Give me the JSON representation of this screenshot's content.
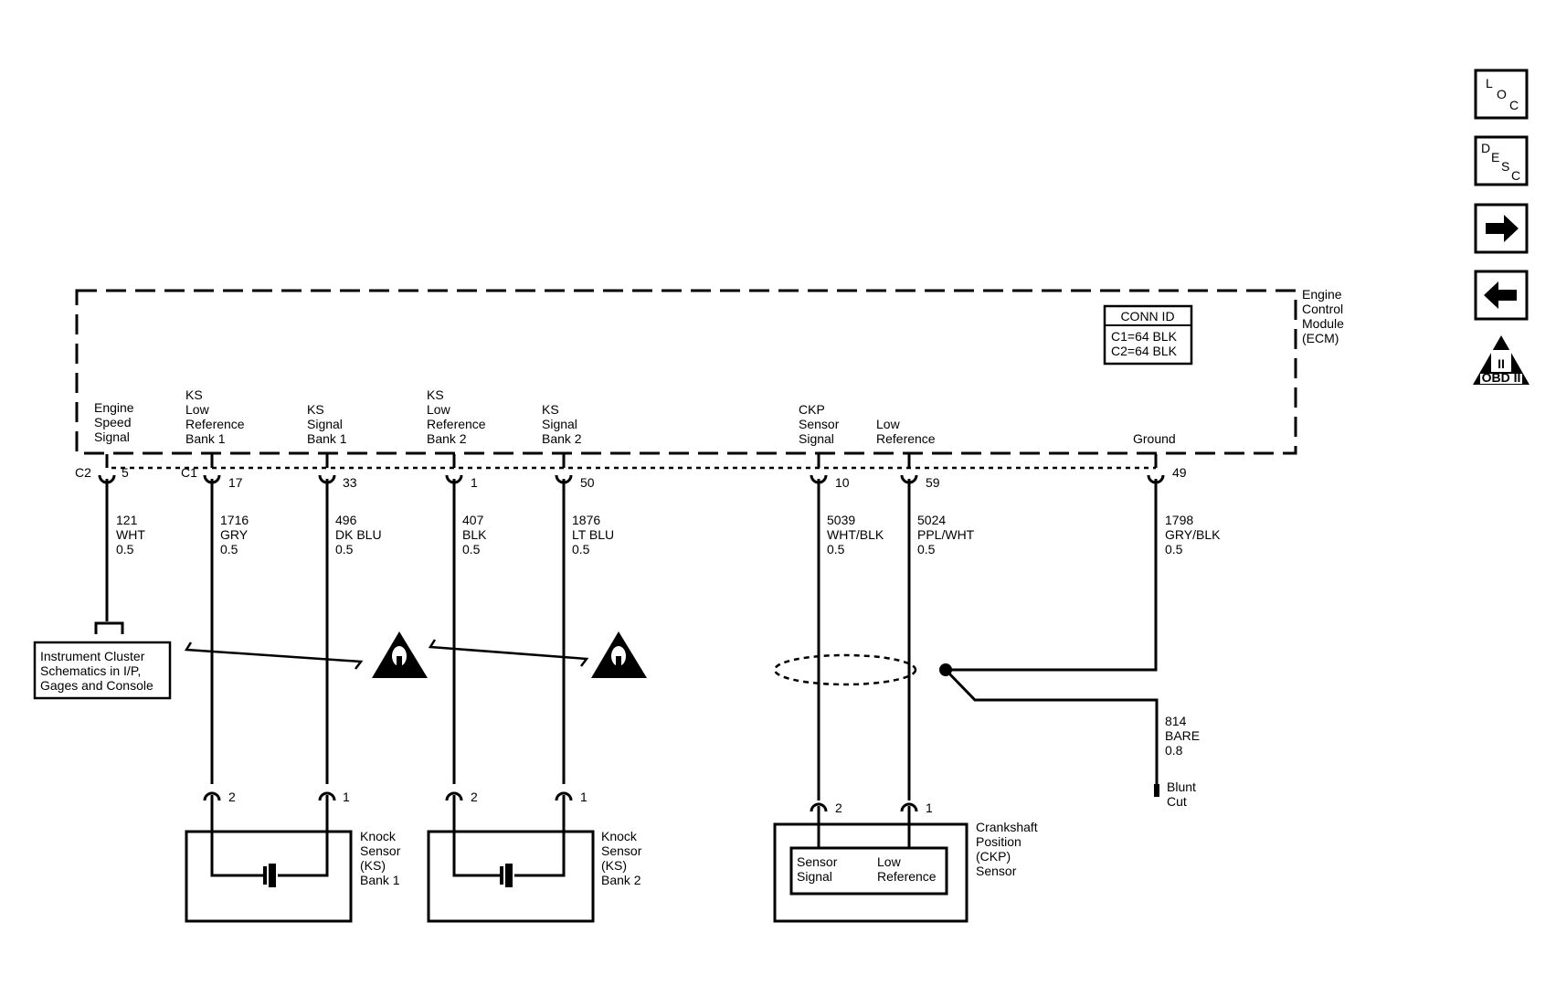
{
  "ecm": {
    "label": [
      "Engine",
      "Control",
      "Module",
      "(ECM)"
    ],
    "conn_id": {
      "title": "CONN ID",
      "lines": [
        "C1=64 BLK",
        "C2=64 BLK"
      ]
    }
  },
  "connectors": {
    "c2": "C2",
    "c1": "C1"
  },
  "pins": [
    {
      "id": "engine-speed",
      "label": [
        "Engine",
        "Speed",
        "Signal"
      ],
      "pin": "5",
      "circuit": "121",
      "color": "WHT",
      "gauge": "0.5"
    },
    {
      "id": "ks-low-ref-bank1",
      "label": [
        "KS",
        "Low",
        "Reference",
        "Bank 1"
      ],
      "pin": "17",
      "circuit": "1716",
      "color": "GRY",
      "gauge": "0.5"
    },
    {
      "id": "ks-signal-bank1",
      "label": [
        "KS",
        "Signal",
        "Bank 1"
      ],
      "pin": "33",
      "circuit": "496",
      "color": "DK BLU",
      "gauge": "0.5"
    },
    {
      "id": "ks-low-ref-bank2",
      "label": [
        "KS",
        "Low",
        "Reference",
        "Bank 2"
      ],
      "pin": "1",
      "circuit": "407",
      "color": "BLK",
      "gauge": "0.5"
    },
    {
      "id": "ks-signal-bank2",
      "label": [
        "KS",
        "Signal",
        "Bank 2"
      ],
      "pin": "50",
      "circuit": "1876",
      "color": "LT BLU",
      "gauge": "0.5"
    },
    {
      "id": "ckp-sensor-signal",
      "label": [
        "CKP",
        "Sensor",
        "Signal"
      ],
      "pin": "10",
      "circuit": "5039",
      "color": "WHT/BLK",
      "gauge": "0.5"
    },
    {
      "id": "low-reference",
      "label": [
        "Low",
        "Reference"
      ],
      "pin": "59",
      "circuit": "5024",
      "color": "PPL/WHT",
      "gauge": "0.5"
    },
    {
      "id": "ground",
      "label": [
        "Ground"
      ],
      "pin": "49",
      "circuit": "1798",
      "color": "GRY/BLK",
      "gauge": "0.5"
    }
  ],
  "instrument_cluster": [
    "Instrument Cluster",
    "Schematics in I/P,",
    "Gages and Console"
  ],
  "drain": {
    "circuit": "814",
    "color": "BARE",
    "gauge": "0.8",
    "end": [
      "Blunt",
      "Cut"
    ]
  },
  "knock_sensor_1": {
    "label": [
      "Knock",
      "Sensor",
      "(KS)",
      "Bank 1"
    ],
    "pins": [
      "2",
      "1"
    ]
  },
  "knock_sensor_2": {
    "label": [
      "Knock",
      "Sensor",
      "(KS)",
      "Bank 2"
    ],
    "pins": [
      "2",
      "1"
    ]
  },
  "ckp_sensor": {
    "label": [
      "Crankshaft",
      "Position",
      "(CKP)",
      "Sensor"
    ],
    "pins": [
      "2",
      "1"
    ],
    "inner_left": [
      "Sensor",
      "Signal"
    ],
    "inner_right": [
      "Low",
      "Reference"
    ]
  },
  "nav": {
    "loc": [
      "L",
      "O",
      "C"
    ],
    "desc": [
      "D",
      "E",
      "S",
      "C"
    ],
    "obd_numeral": "II",
    "obd_text": "OBD II"
  }
}
